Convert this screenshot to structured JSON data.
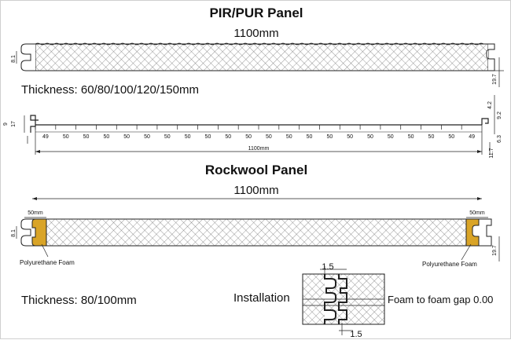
{
  "pir": {
    "title": "PIR/PUR Panel",
    "width_label": "1100mm",
    "thickness": "Thickness: 60/80/100/120/150mm",
    "dim_left": "8.1",
    "dim_right": "19.7"
  },
  "profile": {
    "left_dims": [
      "9",
      "17"
    ],
    "right_dims": [
      "4.2",
      "9.2",
      "6.3"
    ],
    "rib_labels": [
      "49",
      "50",
      "50",
      "50",
      "50",
      "50",
      "50",
      "50",
      "50",
      "50",
      "50",
      "50",
      "50",
      "50",
      "50",
      "50",
      "50",
      "50",
      "50",
      "50",
      "50",
      "49"
    ],
    "total": "1100mm",
    "end_dim": "11.7"
  },
  "rockwool": {
    "title": "Rockwool Panel",
    "width_label": "1100mm",
    "edge_left": "50mm",
    "edge_right": "50mm",
    "foam_left": "Polyurethane Foam",
    "foam_right": "Polyurethane Foam",
    "dim_left": "8.1",
    "dim_right": "19.7",
    "thickness": "Thickness: 80/100mm"
  },
  "installation": {
    "label": "Installation",
    "gap_label": "Foam to foam gap 0.00",
    "dim_top": "1.5",
    "dim_bottom": "1.5"
  },
  "colors": {
    "foam": "#d9a427",
    "line": "#222222",
    "hatch": "#777777"
  }
}
